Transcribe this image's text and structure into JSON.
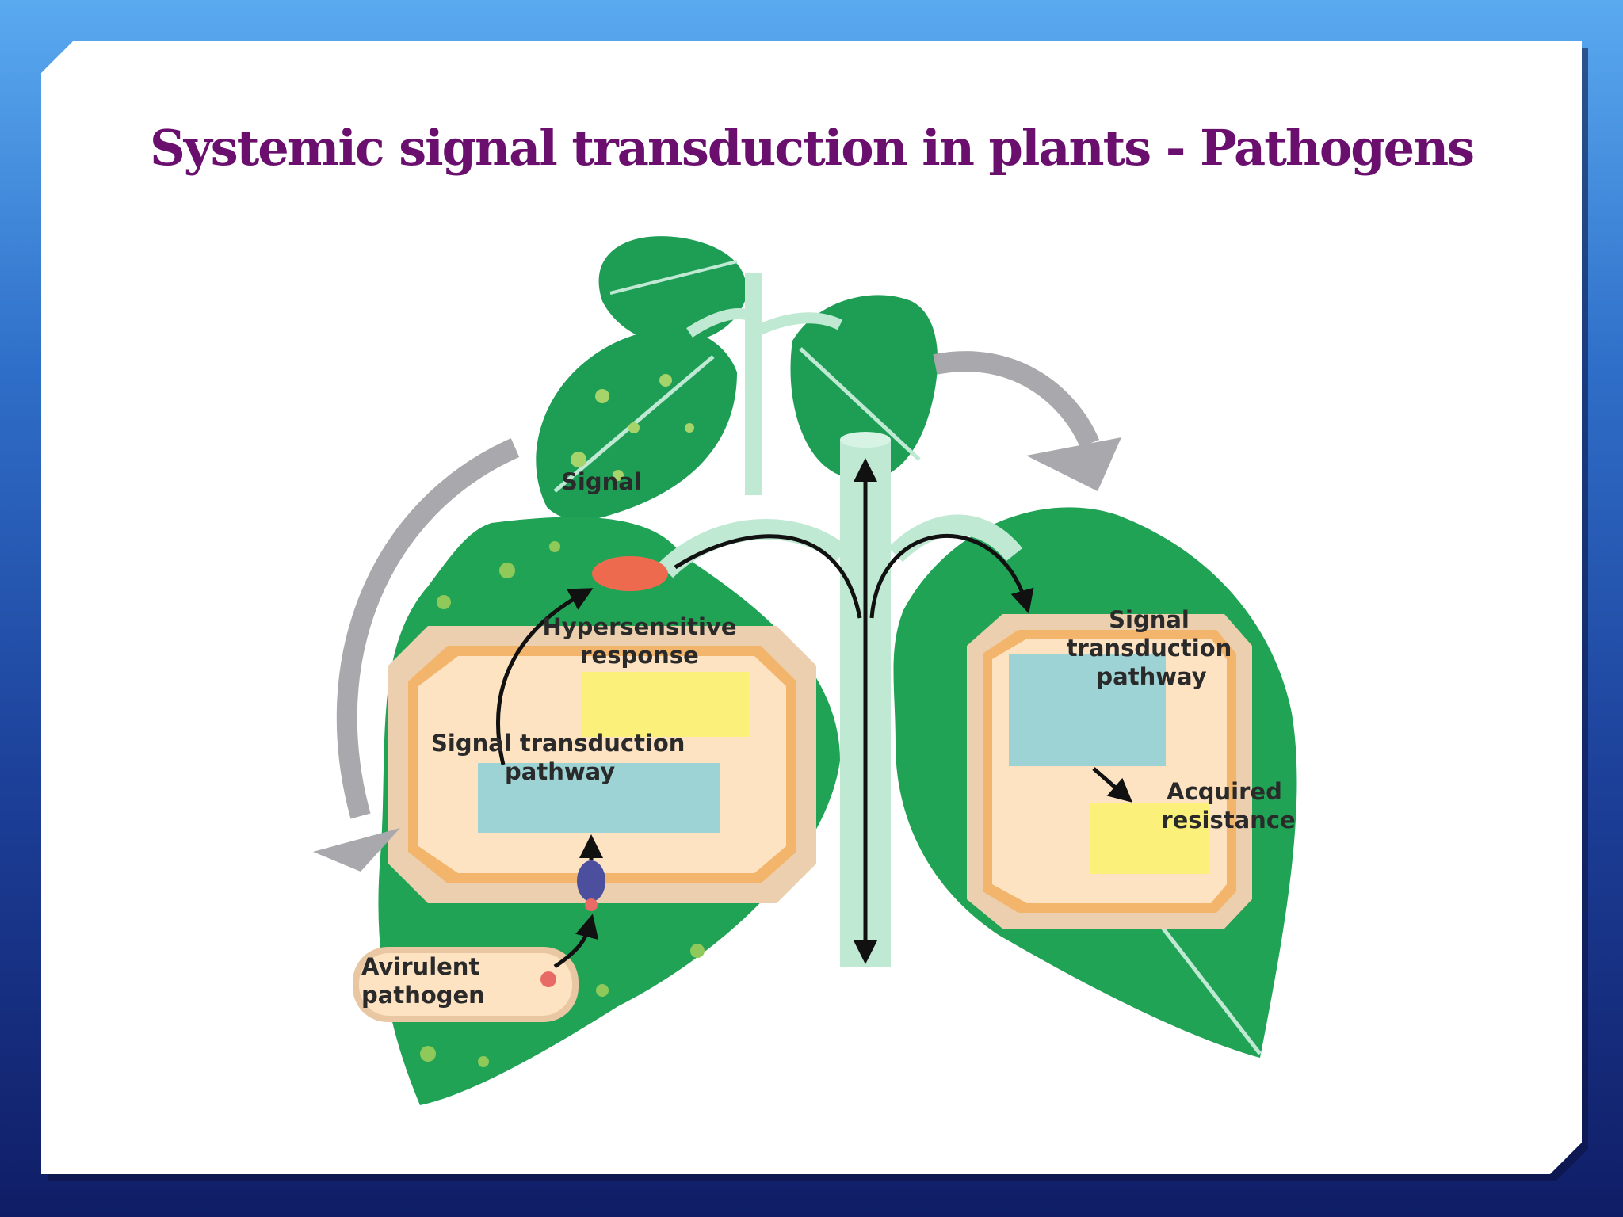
{
  "slide": {
    "title": "Systemic signal transduction in plants - Pathogens"
  },
  "diagram": {
    "labels": {
      "signal": "Signal",
      "hypersensitive_1": "Hypersensitive",
      "hypersensitive_2": "response",
      "left_pathway_1": "Signal transduction",
      "left_pathway_2": "pathway",
      "pathogen_1": "Avirulent",
      "pathogen_2": "pathogen",
      "right_pathway_1": "Signal",
      "right_pathway_2": "transduction",
      "right_pathway_3": "pathway",
      "acquired_1": "Acquired",
      "acquired_2": "resistance"
    },
    "colors": {
      "title": "#6a0f6e",
      "leaf": "#1ea352",
      "leaf_light": "#3cbf6e",
      "stem": "#bfe9d3",
      "cell_fill": "#fde3c2",
      "cell_wall": "#f2b56b",
      "yellow_box": "#fbf17a",
      "blue_box": "#9ed3d6",
      "hr_spot": "#ee6a4f",
      "arrow_gray": "#a9a9ad"
    }
  }
}
